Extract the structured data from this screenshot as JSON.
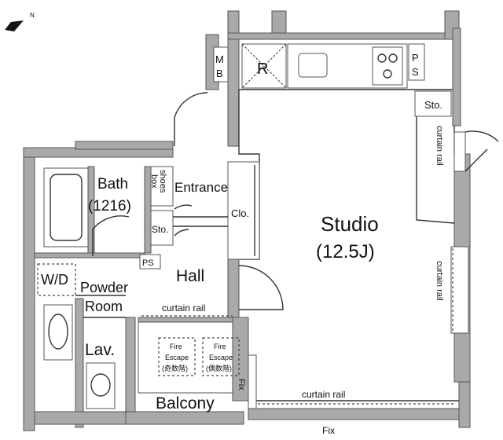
{
  "compass": {
    "icon": "north-arrow-icon",
    "label": "N"
  },
  "rooms": {
    "studio": {
      "name": "Studio",
      "size": "(12.5J)"
    },
    "bath": {
      "name": "Bath",
      "size": "(1216)"
    },
    "entrance": "Entrance",
    "hall": "Hall",
    "powder_room": [
      "Powder",
      "Room"
    ],
    "lav": "Lav.",
    "balcony": "Balcony",
    "wd": "W/D",
    "closet": "Clo.",
    "storage_top": "Sto.",
    "storage_hall": "Sto.",
    "shoes_box": [
      "shoes",
      "box"
    ],
    "mb": [
      "M",
      "B"
    ],
    "ps_top": [
      "P",
      "S"
    ],
    "ps_hall": "PS",
    "refrigerator": "R"
  },
  "annotations": {
    "curtain_rail_right_top": "curtain rail",
    "curtain_rail_right_bottom": "curtain rail",
    "curtain_rail_hall": "curtain rail",
    "curtain_rail_bottom": "curtain rail",
    "fix_vertical": "Fix",
    "fix_bottom": "Fix"
  },
  "fire_escapes": [
    {
      "line1": "Fire",
      "line2": "Escape",
      "line3": "(奇数階)"
    },
    {
      "line1": "Fire",
      "line2": "Escape",
      "line3": "(偶数階)"
    }
  ],
  "colors": {
    "wall": "#a9a9a9",
    "line": "#333333",
    "background": "#ffffff"
  }
}
